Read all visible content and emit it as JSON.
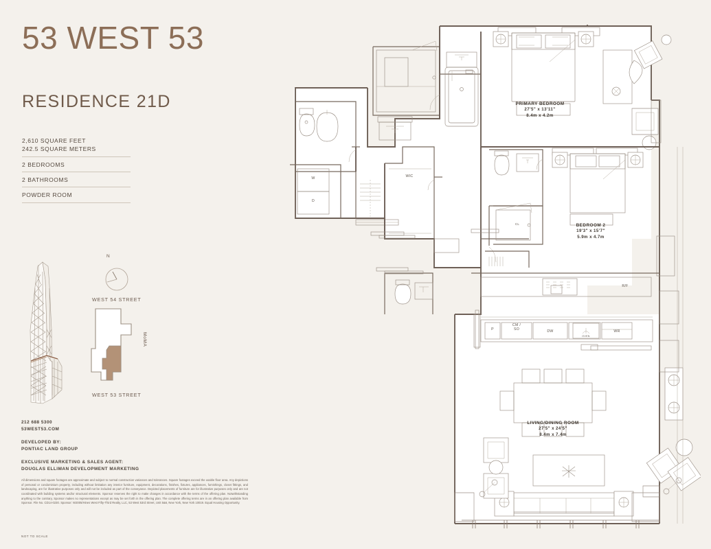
{
  "brand": {
    "title": "53 WEST 53",
    "residence": "RESIDENCE 21D"
  },
  "specs": [
    {
      "lines": [
        "2,610 SQUARE FEET",
        "242.5 SQUARE METERS"
      ]
    },
    {
      "lines": [
        "2 BEDROOMS"
      ]
    },
    {
      "lines": [
        "2 BATHROOMS"
      ]
    },
    {
      "lines": [
        "POWDER ROOM"
      ]
    }
  ],
  "sitemap": {
    "compass_label": "N",
    "street_north": "WEST 54 STREET",
    "street_south": "WEST 53 STREET",
    "neighbor": "MoMA"
  },
  "contact": {
    "phone": "212 688 5300",
    "website": "53WEST53.COM",
    "developed_by_label": "DEVELOPED BY:",
    "developed_by": "PONTIAC LAND GROUP",
    "agent_label": "EXCLUSIVE MARKETING & SALES AGENT:",
    "agent": "DOUGLAS ELLIMAN DEVELOPMENT MARKETING"
  },
  "legal": {
    "disclaimer": "All dimensions and square footages are approximate and subject to normal construction variances and tolerances. Square footages exceed the usable floor area. Any depictions of personal or condominium property, including without limitation any interior furniture, equipment, decorations, finishes, fixtures, appliances, furnishings, closet fittings, and landscaping, are for illustrative purposes only and will not be included as part of the conveyance. Depicted placements of furniture are for illustrative purposes only and are not coordinated with building systems and/or structural elements. Sponsor reserves the right to make changes in accordance with the terms of the offering plan. Notwithstanding anything to the contrary, Sponsor makes no representations except as may be set forth in the offering plan. The complete offering terms are in an offering plan available from Sponsor. File No. CD14-0230. Sponsor: W2005/Hines West Fifty-Third Realty, LLC, 53 West 53rd Street, Unit 5&6, New York, New York 10019. Equal Housing Opportunity.",
    "not_to_scale": "NOT TO SCALE"
  },
  "plan": {
    "rooms": [
      {
        "name": "PRIMARY BEDROOM",
        "dim_ft": "27'5\" x 13'11\"",
        "dim_m": "8.4m x 4.2m"
      },
      {
        "name": "BEDROOM 2",
        "dim_ft": "19'3\" x 15'7\"",
        "dim_m": "5.9m x 4.7m"
      },
      {
        "name": "LIVING/DINING ROOM",
        "dim_ft": "27'5\" x 24'5\"",
        "dim_m": "8.4m x 7.4m"
      }
    ],
    "annotations": {
      "wic": "WIC",
      "washer": "W",
      "dryer": "D",
      "fridge": "R/F",
      "pantry": "P",
      "coffee_steam": "CM /\nSO",
      "dishwasher": "DW",
      "wine": "WR",
      "oven": "OVEN",
      "closet": "CL"
    }
  },
  "colors": {
    "paper": "#f4f1ec",
    "brand_brown": "#8c6e57",
    "wall": "#6e6057",
    "fixture": "#9a8f85",
    "accent_fill": "#b39277",
    "text_dark": "#3d362f"
  }
}
